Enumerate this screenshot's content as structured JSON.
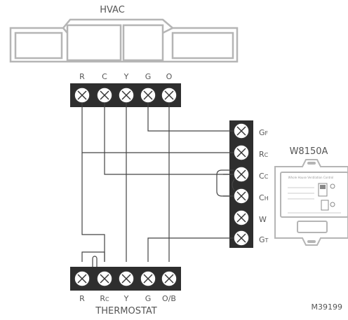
{
  "hvac": {
    "title": "HVAC",
    "terminals": [
      "R",
      "C",
      "Y",
      "G",
      "O"
    ]
  },
  "thermostat": {
    "title": "THERMOSTAT",
    "terminals": [
      "R",
      "R",
      "Y",
      "G",
      "O/B"
    ],
    "terminal_subscripts": [
      "",
      "C",
      "",
      "",
      ""
    ]
  },
  "ventilation_control": {
    "model": "W8150A",
    "terminals": [
      "G",
      "R",
      "C",
      "C",
      "W",
      "G"
    ],
    "terminal_subscripts": [
      "F",
      "C",
      "C",
      "H",
      "",
      "T"
    ],
    "panel_text": "Whole House Ventilation Control"
  },
  "figure_id": "M39199"
}
